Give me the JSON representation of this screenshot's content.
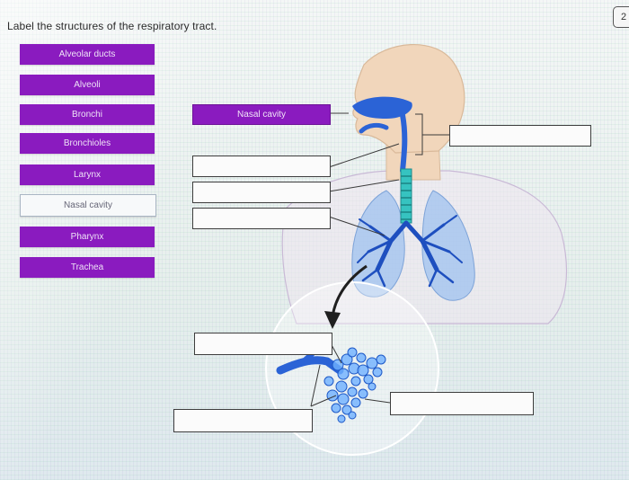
{
  "page": {
    "title": "Label the structures of the respiratory tract.",
    "corner_badge": "2"
  },
  "word_bank": [
    {
      "label": "Alveolar ducts",
      "placed": false
    },
    {
      "label": "Alveoli",
      "placed": false
    },
    {
      "label": "Bronchi",
      "placed": false
    },
    {
      "label": "Bronchioles",
      "placed": false
    },
    {
      "label": "Larynx",
      "placed": false
    },
    {
      "label": "Nasal cavity",
      "placed": true
    },
    {
      "label": "Pharynx",
      "placed": false
    },
    {
      "label": "Trachea",
      "placed": false
    }
  ],
  "drop_targets": [
    {
      "value": "Nasal cavity"
    },
    {
      "value": ""
    },
    {
      "value": ""
    },
    {
      "value": ""
    },
    {
      "value": ""
    },
    {
      "value": ""
    },
    {
      "value": ""
    },
    {
      "value": ""
    }
  ],
  "colors": {
    "chip": "#8a1bbf",
    "airway": "#2b63d6",
    "lung": "#9fc2ef",
    "skin": "#f1d6bb"
  }
}
